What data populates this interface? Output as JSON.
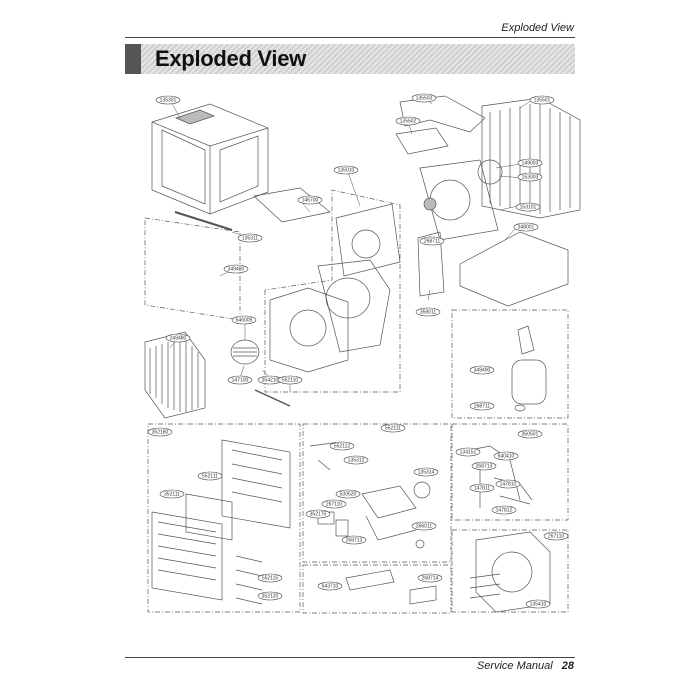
{
  "header": {
    "running_title": "Exploded View"
  },
  "title": {
    "text": "Exploded View"
  },
  "footer": {
    "label": "Service Manual",
    "page_number": "28"
  },
  "part_labels": [
    "135301",
    "135503",
    "135502",
    "135501",
    "149003",
    "153003",
    "153101",
    "348001",
    "268711",
    "359011",
    "135010",
    "146700",
    "135311",
    "349480",
    "646009",
    "249480",
    "147100",
    "354210",
    "552110",
    "349490",
    "268711",
    "352180",
    "552111",
    "352111",
    "552115",
    "352120",
    "552111",
    "552112",
    "135312",
    "135314",
    "530520",
    "267110",
    "352175",
    "268713",
    "266011",
    "643710",
    "268714",
    "350501",
    "134151",
    "640410",
    "268713",
    "147810",
    "147811",
    "147812",
    "267110",
    "135410",
    "350500",
    "530050"
  ],
  "colors": {
    "line": "#555555",
    "band_tab": "#555555"
  }
}
